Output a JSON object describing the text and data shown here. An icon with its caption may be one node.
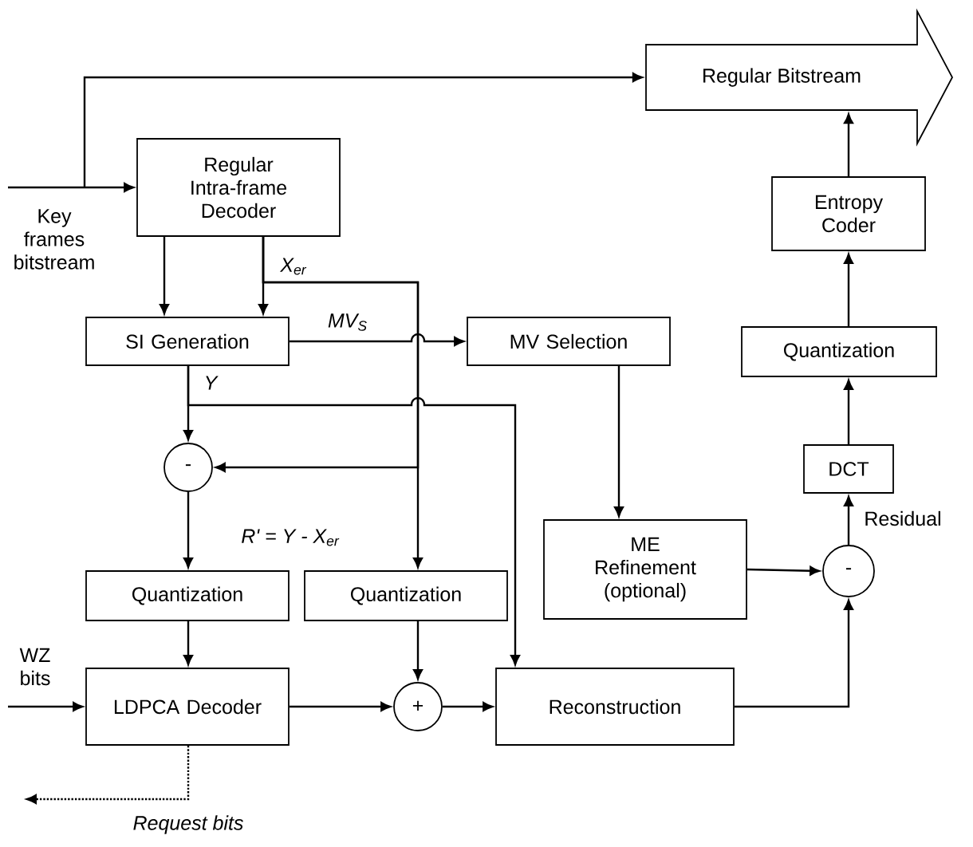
{
  "diagram": {
    "nodes": [
      {
        "text": [
          "Regular Bitstream"
        ]
      },
      {
        "text": [
          "Regular Intra-frame Decoder"
        ]
      },
      {
        "text": [
          "SI Generation"
        ]
      },
      {
        "text": [
          "MV Selection"
        ]
      },
      {
        "text": [
          "Entropy Coder"
        ]
      },
      {
        "text": [
          "Quantization"
        ]
      },
      {
        "text": [
          "DCT"
        ]
      },
      {
        "text": [
          "-"
        ]
      },
      {
        "text": [
          "Quantization"
        ]
      },
      {
        "text": [
          "Quantization"
        ]
      },
      {
        "text": [
          "ME Refinement (optional)"
        ]
      },
      {
        "text": [
          "LDPCA Decoder"
        ]
      },
      {
        "text": [
          "+"
        ]
      },
      {
        "text": [
          "Reconstruction"
        ]
      },
      {
        "text": [
          "-"
        ]
      }
    ],
    "edges": [
      {
        "from": null,
        "to": 1,
        "arrow": "to",
        "label": "Key frames bitstream"
      },
      {
        "from": null,
        "to": 0,
        "arrow": "to"
      },
      {
        "from": 1,
        "to": 2,
        "arrow": "to"
      },
      {
        "from": 1,
        "to": 2,
        "arrow": "to"
      },
      {
        "from": 1,
        "to": 9,
        "arrow": "to",
        "label": "X$_{er}$"
      },
      {
        "from": 1,
        "to": 7,
        "arrow": "to"
      },
      {
        "from": 2,
        "to": 3,
        "arrow": "to",
        "label": "MV$_{S}$"
      },
      {
        "from": 2,
        "to": 7,
        "arrow": "to",
        "label": "Y"
      },
      {
        "from": 2,
        "to": 13,
        "arrow": "to"
      },
      {
        "from": 3,
        "to": 10,
        "arrow": "to"
      },
      {
        "from": 7,
        "to": 8,
        "arrow": "to",
        "label": "R' = Y - X$_{er}$"
      },
      {
        "from": 8,
        "to": 11,
        "arrow": "to"
      },
      {
        "from": 9,
        "to": 12,
        "arrow": "to"
      },
      {
        "from": null,
        "to": 11,
        "arrow": "to",
        "label": "WZ bits"
      },
      {
        "from": 11,
        "to": 12,
        "arrow": "to"
      },
      {
        "from": 12,
        "to": 13,
        "arrow": "to"
      },
      {
        "from": 11,
        "to": null,
        "arrow": "to",
        "style": "dashed",
        "label": "Request bits"
      },
      {
        "from": 10,
        "to": 14,
        "arrow": "to"
      },
      {
        "from": 13,
        "to": 14,
        "arrow": "to"
      },
      {
        "from": 14,
        "to": 6,
        "arrow": "to",
        "label": "Residual"
      },
      {
        "from": 6,
        "to": 5,
        "arrow": "to"
      },
      {
        "from": 5,
        "to": 4,
        "arrow": "to"
      },
      {
        "from": 4,
        "to": 0,
        "arrow": "to"
      }
    ]
  }
}
